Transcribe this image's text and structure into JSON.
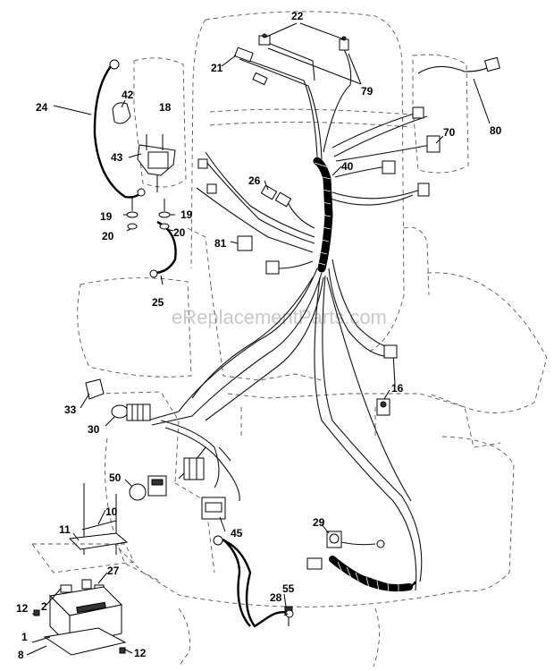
{
  "watermark": "eReplacementParts.com",
  "callouts": {
    "c1": "1",
    "c2": "2",
    "c8": "8",
    "c10": "10",
    "c11": "11",
    "c12a": "12",
    "c12b": "12",
    "c16": "16",
    "c18": "18",
    "c19a": "19",
    "c19b": "19",
    "c20a": "20",
    "c20b": "20",
    "c21": "21",
    "c22": "22",
    "c24": "24",
    "c25": "25",
    "c26": "26",
    "c27": "27",
    "c28": "28",
    "c29": "29",
    "c30": "30",
    "c33": "33",
    "c40": "40",
    "c42": "42",
    "c43": "43",
    "c45": "45",
    "c50": "50",
    "c55": "55",
    "c70": "70",
    "c79": "79",
    "c80": "80",
    "c81": "81"
  }
}
